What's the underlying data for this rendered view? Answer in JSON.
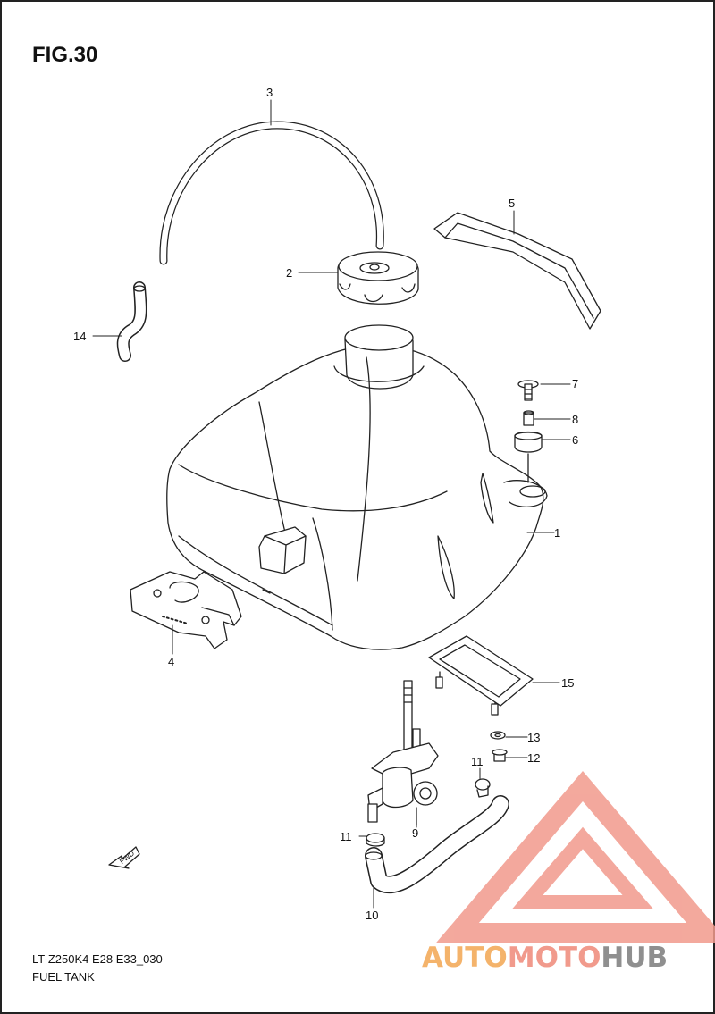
{
  "figure": {
    "title": "FIG.30",
    "model_code": "LT-Z250K4 E28 E33_030",
    "section_name": "FUEL TANK"
  },
  "callouts": [
    {
      "id": "1",
      "label": "1"
    },
    {
      "id": "2",
      "label": "2"
    },
    {
      "id": "3",
      "label": "3"
    },
    {
      "id": "4",
      "label": "4"
    },
    {
      "id": "5",
      "label": "5"
    },
    {
      "id": "6",
      "label": "6"
    },
    {
      "id": "7",
      "label": "7"
    },
    {
      "id": "8",
      "label": "8"
    },
    {
      "id": "9",
      "label": "9"
    },
    {
      "id": "10",
      "label": "10"
    },
    {
      "id": "11a",
      "label": "11"
    },
    {
      "id": "11b",
      "label": "11"
    },
    {
      "id": "12",
      "label": "12"
    },
    {
      "id": "13",
      "label": "13"
    },
    {
      "id": "14",
      "label": "14"
    },
    {
      "id": "15",
      "label": "15"
    }
  ],
  "direction_marker": {
    "label": "FWD"
  },
  "watermark": {
    "part1": "AUTO",
    "part2": "MOTO",
    "part3": "HUB",
    "color_orange": "#f4b36b",
    "color_red": "#f19a8c",
    "color_gray": "#8f8f8f"
  }
}
